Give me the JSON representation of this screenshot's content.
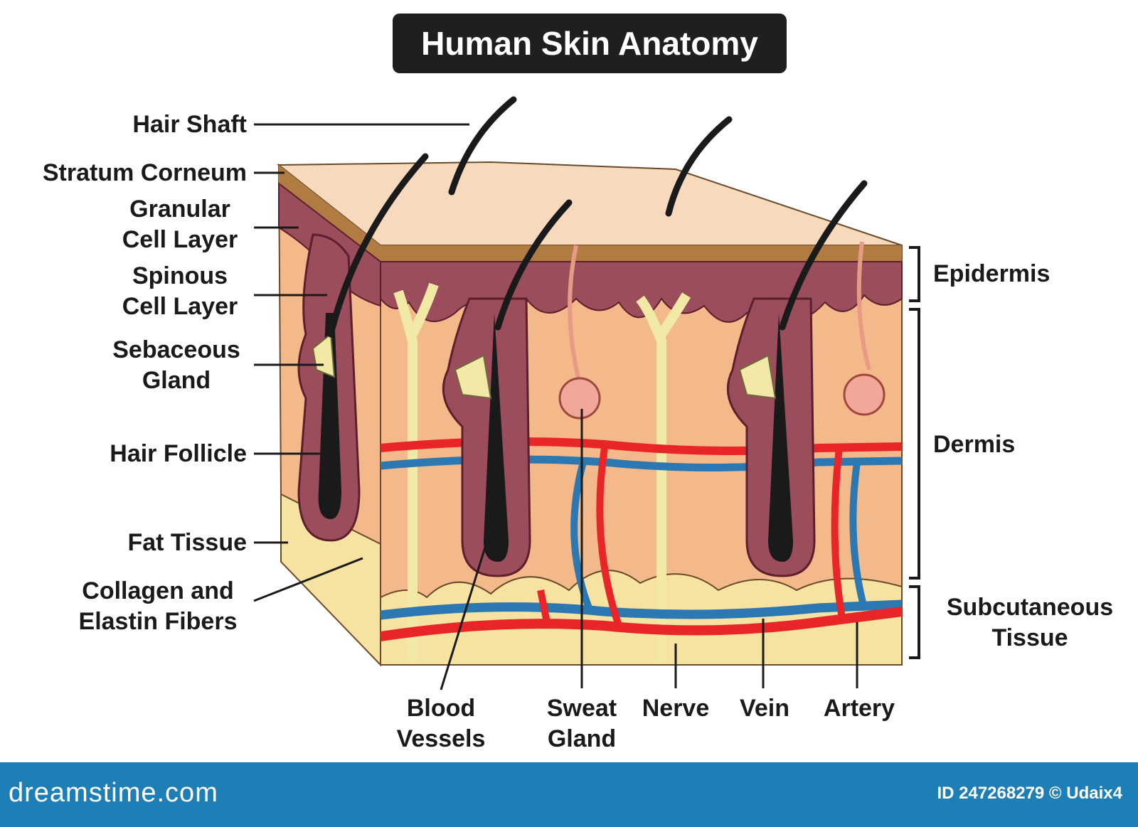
{
  "title": "Human Skin Anatomy",
  "labels": {
    "hair_shaft": "Hair Shaft",
    "stratum_corneum": "Stratum Corneum",
    "granular": "Granular\nCell Layer",
    "spinous": "Spinous\nCell Layer",
    "sebaceous": "Sebaceous\nGland",
    "hair_follicle": "Hair Follicle",
    "fat_tissue": "Fat Tissue",
    "collagen": "Collagen and\nElastin Fibers",
    "epidermis": "Epidermis",
    "dermis": "Dermis",
    "subcutaneous": "Subcutaneous\nTissue",
    "blood_vessels": "Blood\nVessels",
    "sweat_gland": "Sweat\nGland",
    "nerve": "Nerve",
    "vein": "Vein",
    "artery": "Artery"
  },
  "footer": {
    "watermark": "dreamstime.com",
    "image_id": "ID 247268279 © Udaix4"
  },
  "colors": {
    "skin_top": "#f7d9bd",
    "epidermis": "#9c4d5c",
    "dermis": "#f4b98a",
    "fat": "#f6e3a1",
    "artery": "#e8262a",
    "vein": "#2b78b3",
    "hair": "#1a1a1a",
    "nerve": "#f3e9a6",
    "footer": "#1d7fb5"
  }
}
